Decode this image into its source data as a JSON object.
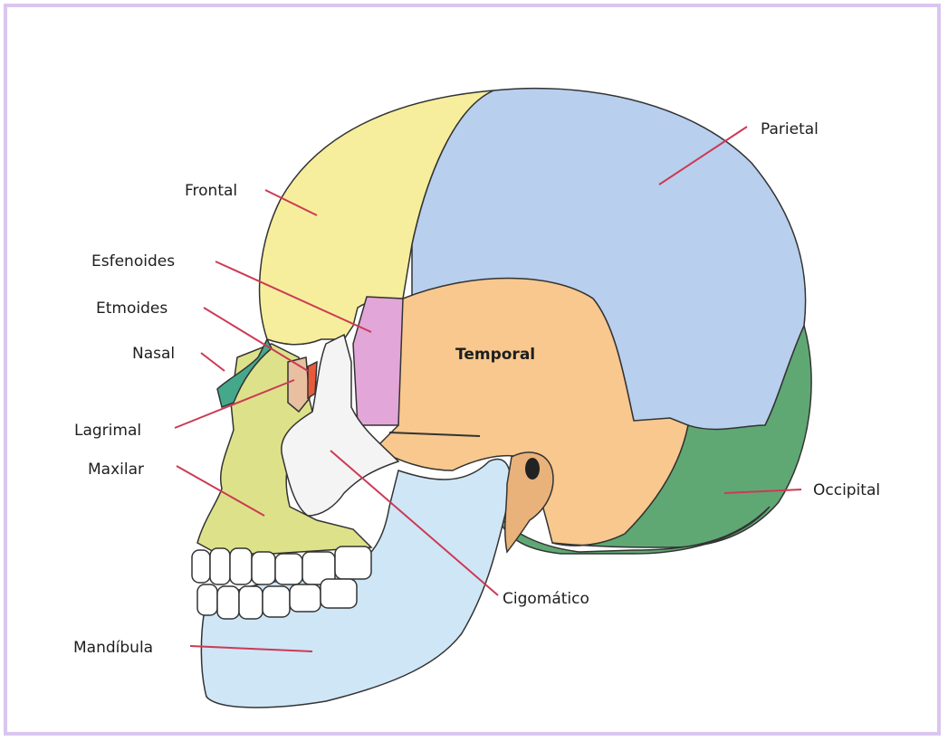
{
  "labels": {
    "frontal": "Frontal",
    "parietal": "Parietal",
    "esfenoides": "Esfenoides",
    "etmoides": "Etmoides",
    "nasal": "Nasal",
    "lagrimal": "Lagrimal",
    "maxilar": "Maxilar",
    "mandibula": "Mandíbula",
    "temporal": "Temporal",
    "occipital": "Occipital",
    "cigomatico": "Cigomático"
  },
  "colors": {
    "frame": "#d9c6ee",
    "leader": "#cc3a55",
    "frontal": "#f6ee9c",
    "parietal": "#b8cfee",
    "temporal": "#f8c88e",
    "occipital": "#5fa874",
    "esfenoides": "#e2a6d8",
    "maxilar": "#dde28a",
    "mandibula": "#cfe6f6",
    "cigomatico": "#f4f4f4",
    "nasal": "#45a88a",
    "lagrimal": "#e8c0a0",
    "etmoides": "#e85a3a"
  }
}
